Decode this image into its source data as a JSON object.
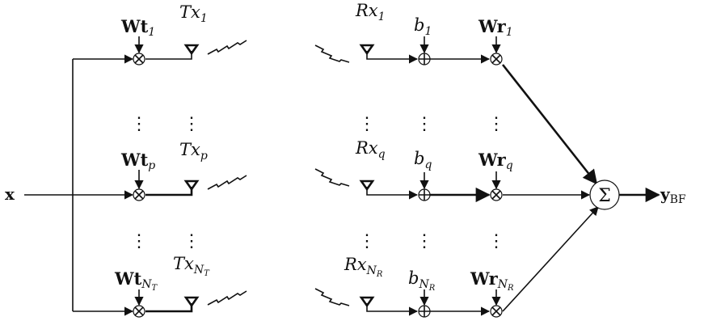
{
  "input": {
    "label": "x"
  },
  "output": {
    "main": "y",
    "sub": "BF"
  },
  "summer": {
    "symbol": "Σ"
  },
  "dots": "⋮",
  "rows": [
    {
      "tx_weight": {
        "main": "Wt",
        "sub": "1"
      },
      "tx_antenna": {
        "main": "Tx",
        "sub": "1",
        "subsub": ""
      },
      "rx_antenna": {
        "main": "Rx",
        "sub": "1",
        "subsub": ""
      },
      "noise": {
        "main": "b",
        "sub": "1",
        "subsub": ""
      },
      "rx_weight": {
        "main": "Wr",
        "sub": "1",
        "subsub": ""
      }
    },
    {
      "tx_weight": {
        "main": "Wt",
        "sub": "p"
      },
      "tx_antenna": {
        "main": "Tx",
        "sub": "p",
        "subsub": ""
      },
      "rx_antenna": {
        "main": "Rx",
        "sub": "q",
        "subsub": ""
      },
      "noise": {
        "main": "b",
        "sub": "q",
        "subsub": ""
      },
      "rx_weight": {
        "main": "Wr",
        "sub": "q",
        "subsub": ""
      }
    },
    {
      "tx_weight": {
        "main": "Wt",
        "sub": "N",
        "subsub": "T"
      },
      "tx_antenna": {
        "main": "Tx",
        "sub": "N",
        "subsub": "T"
      },
      "rx_antenna": {
        "main": "Rx",
        "sub": "N",
        "subsub": "R"
      },
      "noise": {
        "main": "b",
        "sub": "N",
        "subsub": "R"
      },
      "rx_weight": {
        "main": "Wr",
        "sub": "N",
        "subsub": "R"
      }
    }
  ]
}
